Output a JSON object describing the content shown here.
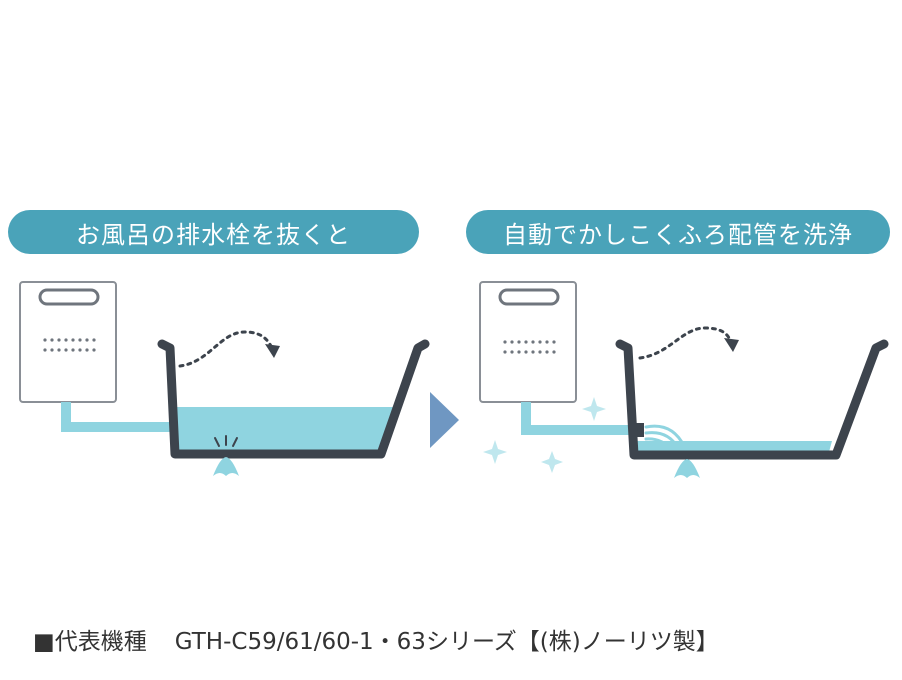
{
  "steps": [
    {
      "label": "お風呂の排水栓を抜くと"
    },
    {
      "label": "自動でかしこくふろ配管を洗浄"
    }
  ],
  "caption": {
    "prefix": "■代表機種",
    "model": "GTH-C59/61/60-1・63シリーズ【(株)ノーリツ製】"
  },
  "colors": {
    "pill": "#4aa3b9",
    "water": "#8fd4e0",
    "tub": "#3d444d",
    "arrow": "#6f97c2",
    "heater_outline": "#8a8f96"
  }
}
